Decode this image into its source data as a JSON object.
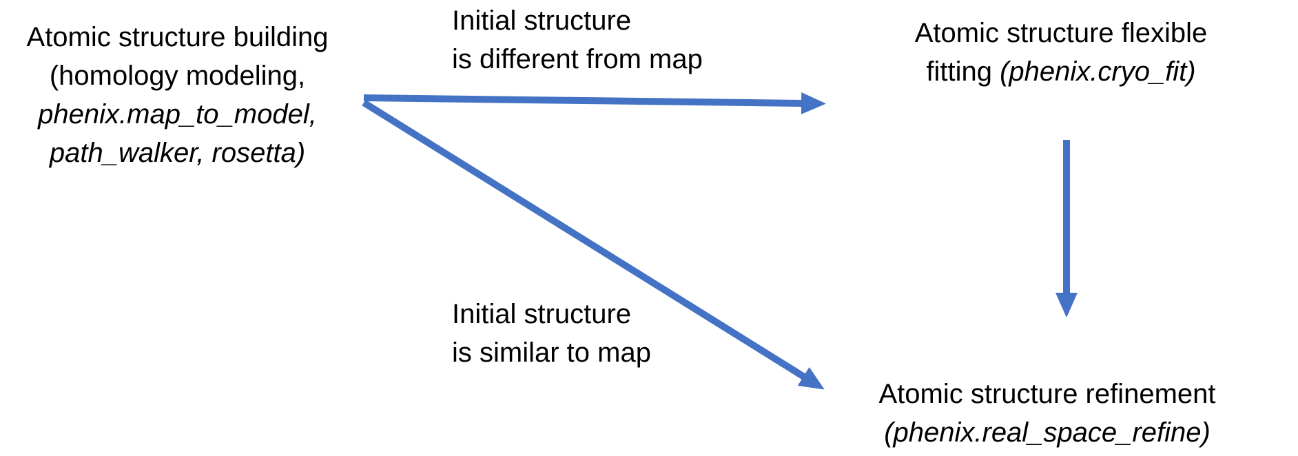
{
  "colors": {
    "arrow": "#4472C4",
    "text": "#000000",
    "background": "#ffffff"
  },
  "building_node": {
    "line1": "Atomic structure building",
    "line2": "(homology modeling,",
    "line3": "phenix.map_to_model,",
    "line4": "path_walker, rosetta)"
  },
  "fitting_node": {
    "line1": "Atomic structure flexible",
    "line2_pre": "fitting ",
    "line2_code": "(phenix.cryo_fit)"
  },
  "refine_node": {
    "line1": "Atomic structure refinement",
    "line2_code": "(phenix.real_space_refine)"
  },
  "label_different": {
    "line1": "Initial structure",
    "line2": "is different from map"
  },
  "label_similar": {
    "line1": "Initial structure",
    "line2": "is similar to map"
  }
}
